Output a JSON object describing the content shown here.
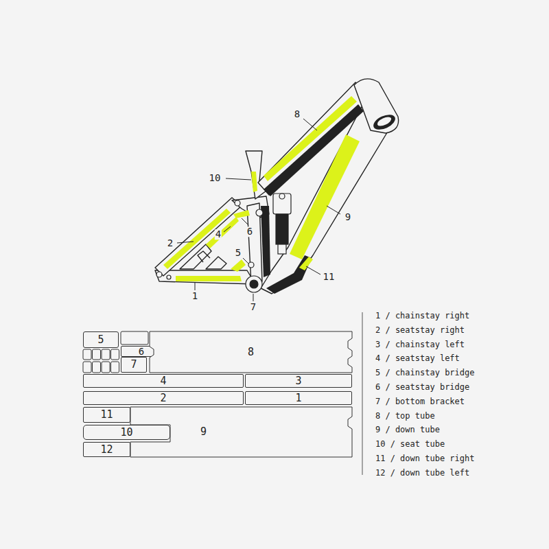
{
  "diagram": {
    "nodes": [
      {
        "text": [
          "5"
        ]
      },
      {
        "text": [
          "6"
        ]
      },
      {
        "text": [
          "8"
        ]
      },
      {
        "text": [
          "7"
        ]
      },
      {
        "text": [
          "4"
        ]
      },
      {
        "text": [
          "3"
        ]
      },
      {
        "text": [
          "2"
        ]
      },
      {
        "text": [
          "1"
        ]
      },
      {
        "text": [
          "11"
        ]
      },
      {
        "text": [
          "10"
        ]
      },
      {
        "text": [
          "9"
        ]
      },
      {
        "text": [
          "12"
        ]
      }
    ],
    "labels": [
      "8",
      "10",
      "9",
      "4",
      "6",
      "2",
      "5",
      "11",
      "1",
      "7",
      "1 / chainstay right",
      "2 / seatstay right",
      "3 / chainstay left",
      "4 / seatstay left",
      "5 / chainstay bridge",
      "6 / seatstay bridge",
      "7 / bottom bracket",
      "8 / top tube",
      "9 / down tube",
      "10 / seat tube",
      "11 / down tube right",
      "12 / down tube left"
    ]
  }
}
